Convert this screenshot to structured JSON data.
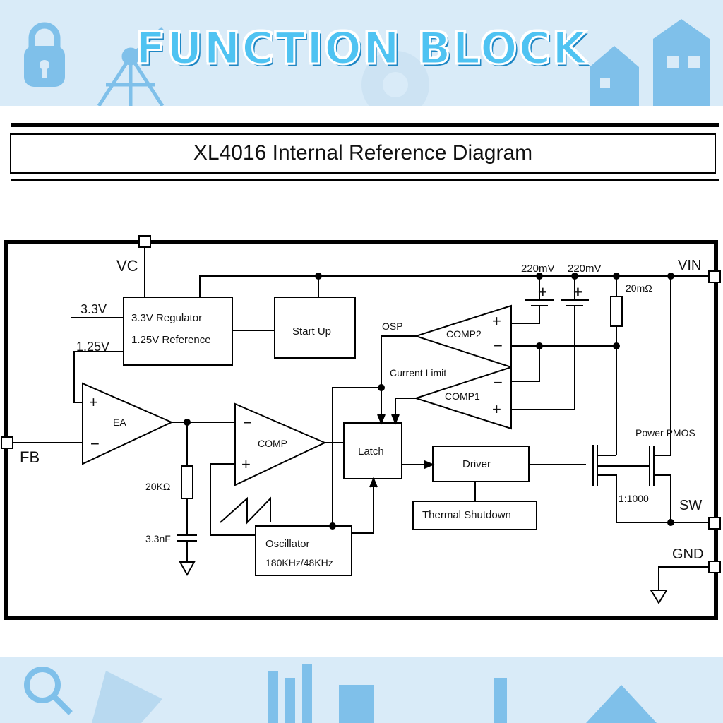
{
  "banner": {
    "title": "FUNCTION BLOCK",
    "decoration_icons": [
      "padlock-icon",
      "network-icon",
      "house-icon",
      "gear-icon",
      "magnifier-icon"
    ],
    "colors": {
      "background": "#d9ebf8",
      "title_fill": "#4fc3f2",
      "title_outline": "#1d86c4",
      "icon": "#7fc0ea"
    }
  },
  "heading": {
    "title": "XL4016 Internal Reference Diagram"
  },
  "diagram": {
    "pins": {
      "vc": "VC",
      "fb": "FB",
      "vin": "VIN",
      "sw": "SW",
      "gnd": "GND"
    },
    "voltages": {
      "v33": "3.3V",
      "v125": "1.25V",
      "ref1": "220mV",
      "ref2": "220mV"
    },
    "blocks": {
      "regulator_line1": "3.3V Regulator",
      "regulator_line2": "1.25V Reference",
      "startup": "Start Up",
      "latch": "Latch",
      "driver": "Driver",
      "thermal": "Thermal Shutdown",
      "osc_line1": "Oscillator",
      "osc_line2": "180KHz/48KHz"
    },
    "amplifiers": {
      "ea": "EA",
      "comp": "COMP",
      "comp1": "COMP1",
      "comp2": "COMP2"
    },
    "signs": {
      "plus": "+",
      "minus": "−"
    },
    "signals": {
      "osp": "OSP",
      "current_limit": "Current Limit"
    },
    "components": {
      "resistor_sense": "20mΩ",
      "resistor_comp": "20KΩ",
      "capacitor_comp": "3.3nF",
      "pmos": "Power PMOS",
      "ratio": "1:1000"
    }
  }
}
